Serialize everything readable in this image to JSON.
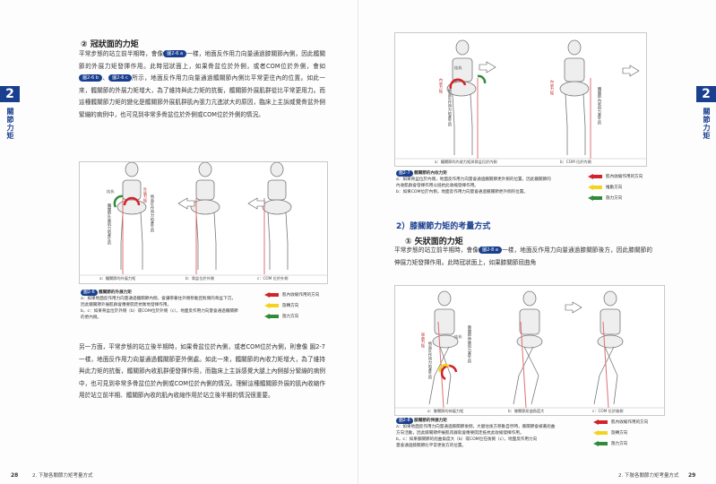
{
  "chapter_number": "2",
  "chapter_tab_text": "關節力矩",
  "left_page": {
    "section_heading_num": "②",
    "section_heading": "冠狀面的力矩",
    "para1": {
      "pre": "平常步態的站立前半期時，會像",
      "ref1": "圖2-6 a",
      "mid1": "一樣，地面反作用力向量通過膝關節內側，因此髖關節的外展力矩發揮作用。此時冠狀面上，如果骨盆位於外側，或者COM位於外側，會如",
      "ref2": "圖2-6 b",
      "mid2": "、",
      "ref3": "圖2-6 c",
      "post": "所示，地面反作用力向量通過髖關節內側比平常更往內的位置。如此一來，髖關節的外展力矩增大，為了維持與此力矩的抗衡，髖關節外展肌群從比平常更用力。而這種髖關節力矩的變化是髖關節外展肌群肌內張力亢進狀大的原因，臨床上主訴威覺骨盆外側緊繃的病例中，也可見到非常多骨盆位於外側或COM位於外側的情況。"
    },
    "figure": {
      "label_a_hand": "拮抗",
      "label_a_red": "外展力矩",
      "label_a_vertical": "髖關節外展肌力的產生的",
      "label_b_vertical": "地面反作用力的產生的",
      "panels": [
        "a：髖關節的外展力矩",
        "b：骨盆位於外側",
        "c：COM 位於外側"
      ]
    },
    "caption": {
      "fig_no": "圖2-6",
      "title": "髖關節的外展力矩",
      "line1": "a：如果地面反作用力向量通過髖關節內側，會讓帶著往外側移動且對側的骨盆下沉，",
      "line2": "因此髖關節外展肌群會應要開走抗衡地發揮作用。",
      "line3": "b，c：如果骨盆位於外側（b）或COM位於外側（c），地面反作用力向量會通過髖關節",
      "line4": "的更內側。"
    },
    "legend": [
      "肌內收縮作用的方向",
      "旋轉方向",
      "施力方向"
    ],
    "para2": "另一方面，平常步態的站立後半期時，如果骨盆位於內側，或者COM位於內側，則會像 圖2-7 一樣，地面反作用力向量通過髖關節更外側處。如此一來，髖關節的內收力矩增大，為了維持與此力矩的抗衡，髖關節內收肌群便發揮作用，而臨床上主訴感覺大腿上內側部分緊繃的病例中，也可見到非常多骨盆位於內側或COM位於內側的情況。理解這種髖關節外展的肌內收縮作用於站立前半期、髖關節內收的肌內收縮作用於站立後半期的情況很重要。",
    "page_number": "28",
    "footer": "2. 下肢各關節力矩考量方式"
  },
  "right_page": {
    "figure_top": {
      "label_a_red": "內收力矩",
      "label_a_black": "拮抗",
      "label_a_vertical": "地面反作用力的產生的",
      "label_b_red": "內收力矩",
      "label_b_vertical": "髖關節內收肌力產生的",
      "panels": [
        "a：髖關節的內收力矩與骨盆位於內側",
        "b：COM 位於內側"
      ]
    },
    "caption_top": {
      "fig_no": "圖2-7",
      "title": "髖關節的內收力矩",
      "line1": "a：如果骨盆位於內側，地面反作用力向量會通過髖關節更外側的位置，因此髖關節的",
      "line2": "內收肌群會發揮作用以抵抗此收縮發揮作用。",
      "line3": "b：如果COM位於內側，地面反作用力向量會通過髖關節更外側的位置。"
    },
    "legend_top": [
      "肌內收縮作用的方向",
      "推動方向",
      "施力方向"
    ],
    "section_heading": "2）膝關節力矩的考量方式",
    "sub_heading_num": "①",
    "sub_heading": "矢狀面的力矩",
    "para1": {
      "pre": "平常步態的站立前半期時，會像",
      "ref": "圖2-8 a",
      "post": "一樣，地面反作用力向量通過膝關節後方，因此膝關節的伸展力矩發揮作用。此時冠狀面上，如果膝關節屈曲角"
    },
    "figure_bottom": {
      "label_a_red": "屈曲力矩",
      "label_a_black": "拮抗",
      "label_a_vertical": "地面反作用力的產生的",
      "label_b_vertical": "膝關節伸展肌力產生的",
      "panels": [
        "a：膝關節的伸展力矩",
        "b：膝關節屈曲角度大",
        "c：COM 位於後側"
      ]
    },
    "caption_bottom": {
      "fig_no": "圖2-8",
      "title": "膝關節的伸展力矩",
      "line1": "a：如果地面反作用力向量通過膝關節後側，大腿往後方移動自然時，膝關節會被著屈曲",
      "line2": "方向活動，因此膝關節伸展肌肉群就會應要開走抵抗此收縮發揮作用。",
      "line3": "b，c：如果膝關節的屈曲角度大（b）或COM位在後側（c），地面反作用力向",
      "line4": "量會通過膝關節比平常更後方的位置。"
    },
    "legend_bottom": [
      "肌內收縮作用的方向",
      "旋轉方向",
      "施力方向"
    ],
    "page_number": "29",
    "footer": "2. 下肢各關節力矩考量方式"
  },
  "colors": {
    "brand_blue": "#1a3f8f",
    "muscle_red": "#d0232b",
    "rotation_yellow": "#f2d41e",
    "force_green": "#2e8b3a"
  }
}
